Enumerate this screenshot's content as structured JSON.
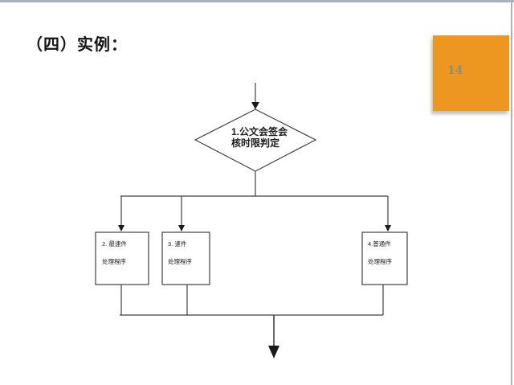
{
  "slide": {
    "title": "（四）实例：",
    "page_number": "14"
  },
  "colors": {
    "accent_orange": "#ED9721",
    "edge_gray": "#A9B3BC",
    "line_color": "#3F3F3F"
  },
  "flowchart": {
    "decision_node": {
      "shape": "diamond",
      "label_line1": "1.公文会签会",
      "label_line2": "核时限判定"
    },
    "process_nodes": [
      {
        "shape": "rect",
        "label_line1": "2. 最速件",
        "label_line2": "处理程序"
      },
      {
        "shape": "rect",
        "label_line1": "3. 速件",
        "label_line2": "处理程序"
      },
      {
        "shape": "rect",
        "label_line1": "4.普通件",
        "label_line2": "处理程序"
      }
    ]
  }
}
